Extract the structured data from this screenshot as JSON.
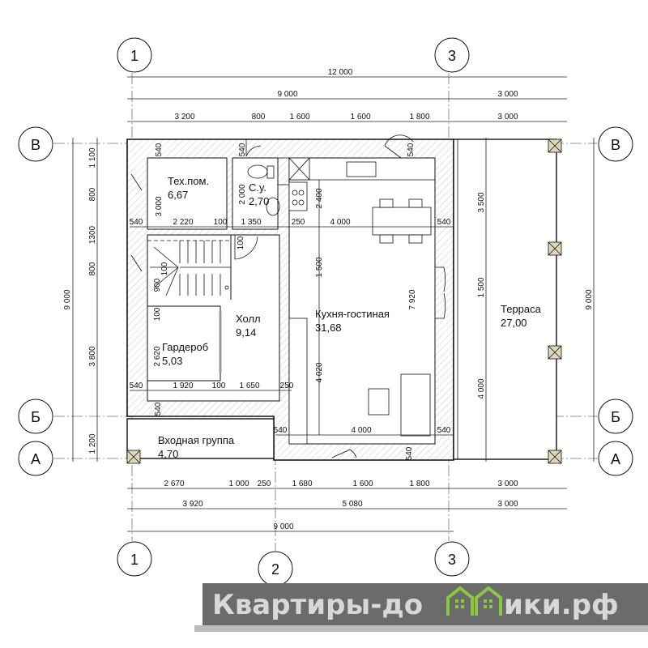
{
  "plan": {
    "axes": {
      "top": [
        "1",
        "3"
      ],
      "bottom": [
        "1",
        "2",
        "3"
      ],
      "left": [
        "В",
        "Б",
        "А"
      ],
      "right": [
        "В",
        "Б",
        "А"
      ]
    },
    "rooms": [
      {
        "name": "Тех.пом.",
        "area": "6,67"
      },
      {
        "name": "С.у.",
        "area": "2,70"
      },
      {
        "name": "Холл",
        "area": "9,14"
      },
      {
        "name": "Кухня-гостиная",
        "area": "31,68"
      },
      {
        "name": "Гардероб",
        "area": "5,03"
      },
      {
        "name": "Входная группа",
        "area": "4,70"
      },
      {
        "name": "Терраса",
        "area": "27,00"
      }
    ],
    "dims_top": [
      "12 000",
      "9 000",
      "3 000",
      "3 200",
      "800",
      "1 600",
      "1 600",
      "1 800",
      "3 000"
    ],
    "dims_left": [
      "9 000",
      "1 100",
      "800",
      "1300",
      "800",
      "3 800",
      "1 200"
    ],
    "dims_right": [
      "3 500",
      "1 500",
      "4 000",
      "9 000"
    ],
    "dims_bottom": [
      "2 670",
      "1 000",
      "250",
      "1 680",
      "1 600",
      "1 800",
      "3 000",
      "3 920",
      "5 080",
      "3 000",
      "9 000"
    ],
    "dims_inner": [
      "540",
      "540",
      "540",
      "540",
      "2 220",
      "100",
      "1 350",
      "250",
      "4 000",
      "540",
      "3 000",
      "2 000",
      "2 400",
      "100",
      "900",
      "100",
      "1 500",
      "7 920",
      "100",
      "2 620",
      "4 020",
      "540",
      "1 920",
      "100",
      "1 650",
      "250",
      "540",
      "540",
      "4 000",
      "540",
      "540"
    ]
  },
  "watermark": {
    "prefix": "Квартиры-до",
    "suffix": "ики.рф",
    "full": "Квартиры-домики.рф",
    "bg": "#6b6b6b",
    "accent": "#8dc63f"
  }
}
